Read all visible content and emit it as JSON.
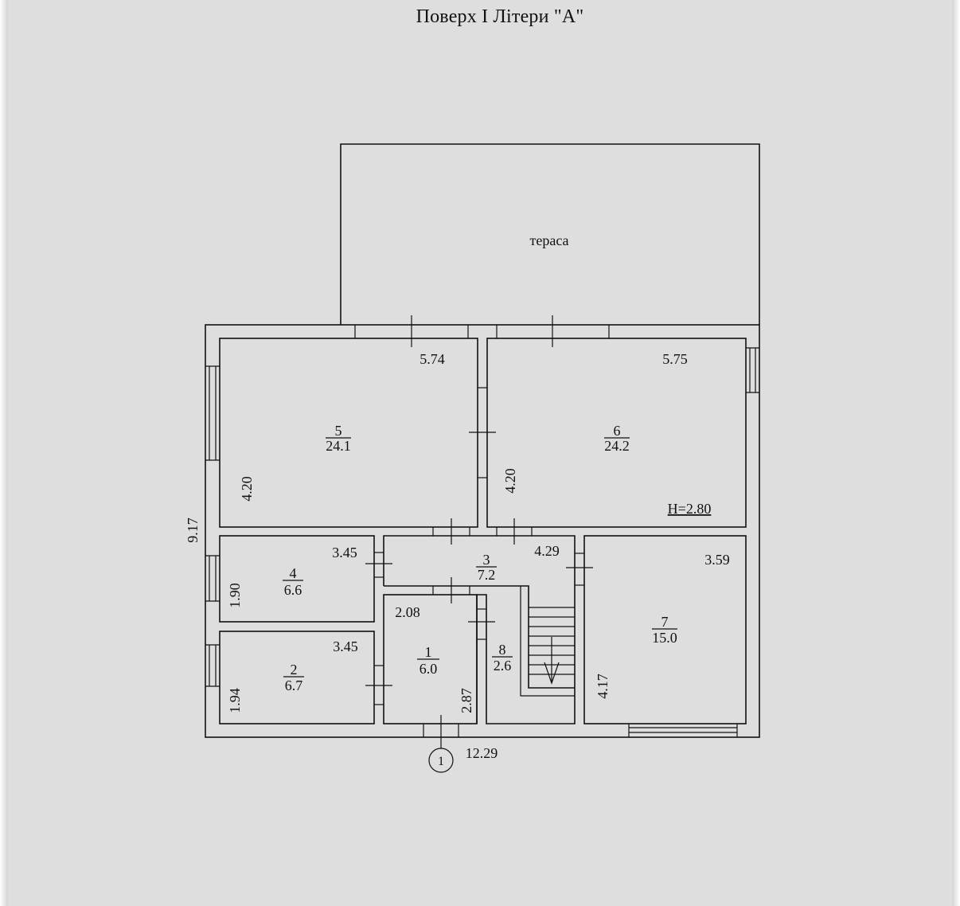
{
  "title": "Поверх І Літери \"А\"",
  "terrace_label": "тераса",
  "rooms": [
    {
      "id": "5",
      "num": "5",
      "area": "24.1",
      "width": "5.74",
      "depth": "4.20"
    },
    {
      "id": "6",
      "num": "6",
      "area": "24.2",
      "width": "5.75",
      "depth": "4.20",
      "height": "H=2.80"
    },
    {
      "id": "4",
      "num": "4",
      "area": "6.6",
      "width": "3.45",
      "depth": "1.90"
    },
    {
      "id": "3",
      "num": "3",
      "area": "7.2",
      "width": "4.29",
      "depth": "2.08"
    },
    {
      "id": "7",
      "num": "7",
      "area": "15.0",
      "width": "3.59",
      "depth": "4.17"
    },
    {
      "id": "2",
      "num": "2",
      "area": "6.7",
      "width": "3.45",
      "depth": "1.94"
    },
    {
      "id": "1",
      "num": "1",
      "area": "6.0",
      "depth": "2.87"
    },
    {
      "id": "8",
      "num": "8",
      "area": "2.6"
    }
  ],
  "overall_width": "12.29",
  "overall_depth": "9.17",
  "entrance_marker": "1",
  "colors": {
    "background": "#dedede",
    "line": "#111111"
  }
}
